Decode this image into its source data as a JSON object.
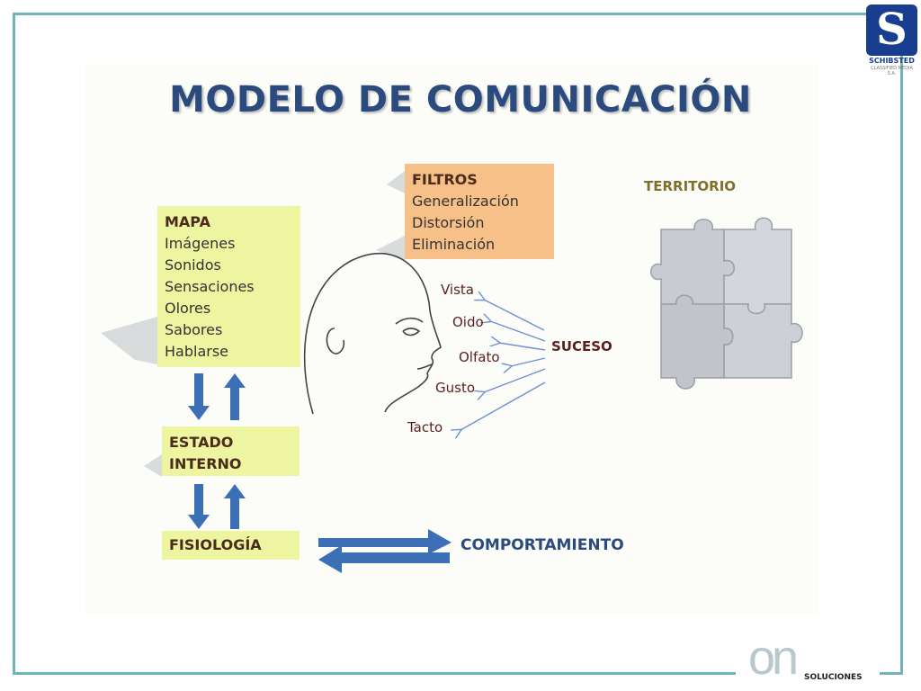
{
  "title": "MODELO DE COMUNICACIÓN",
  "mapa": {
    "header": "MAPA",
    "items": [
      "Imágenes",
      "Sonidos",
      "Sensaciones",
      "Olores",
      "Sabores",
      "Hablarse"
    ]
  },
  "filtros": {
    "header": "FILTROS",
    "items": [
      "Generalización",
      "Distorsión",
      "Eliminación"
    ]
  },
  "estado_interno": [
    "ESTADO",
    "INTERNO"
  ],
  "fisiologia": "FISIOLOGÍA",
  "sentidos": [
    "Vista",
    "Oido",
    "Olfato",
    "Gusto",
    "Tacto"
  ],
  "suceso": "SUCESO",
  "territorio": "TERRITORIO",
  "comportamiento": "COMPORTAMIENTO",
  "logo_schibsted": {
    "letter": "S",
    "name": "SCHIBSTED",
    "sub": "CLASSIFIED MEDIA S.A."
  },
  "logo_on": {
    "mark": "on",
    "text": "SOLUCIONES"
  },
  "colors": {
    "frame": "#6fb3bd",
    "title": "#2b4a7e",
    "yellow_box": "#eef5a0",
    "orange_box": "#f8c089",
    "arrow_blue": "#3b6fb6"
  }
}
